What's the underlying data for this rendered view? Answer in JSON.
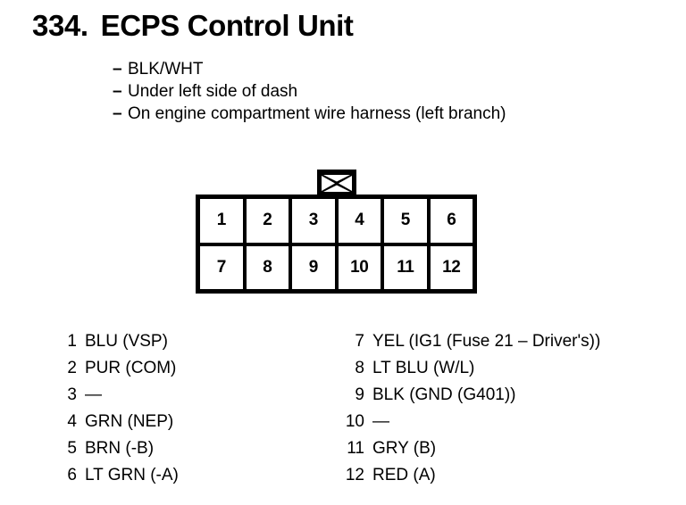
{
  "header": {
    "number": "334.",
    "title": "ECPS Control Unit",
    "notes": [
      {
        "dash": "–",
        "text": "BLK/WHT"
      },
      {
        "dash": "–",
        "text": "Under left side of dash"
      },
      {
        "dash": "–",
        "text": "On engine compartment wire harness (left branch)"
      }
    ]
  },
  "connector": {
    "latch_icon": "bowtie-x-latch-icon",
    "rows": [
      [
        "1",
        "2",
        "3",
        "4",
        "5",
        "6"
      ],
      [
        "7",
        "8",
        "9",
        "10",
        "11",
        "12"
      ]
    ]
  },
  "legend": {
    "left": [
      {
        "num": "1",
        "label": "BLU (VSP)"
      },
      {
        "num": "2",
        "label": "PUR (COM)"
      },
      {
        "num": "3",
        "label": "—"
      },
      {
        "num": "4",
        "label": "GRN (NEP)"
      },
      {
        "num": "5",
        "label": "BRN (-B)"
      },
      {
        "num": "6",
        "label": "LT GRN (-A)"
      }
    ],
    "right": [
      {
        "num": "7",
        "label": "YEL (IG1 (Fuse 21 – Driver's))"
      },
      {
        "num": "8",
        "label": "LT BLU (W/L)"
      },
      {
        "num": "9",
        "label": "BLK (GND (G401))"
      },
      {
        "num": "10",
        "label": "—"
      },
      {
        "num": "11",
        "label": "GRY (B)"
      },
      {
        "num": "12",
        "label": "RED (A)"
      }
    ]
  },
  "colors": {
    "ink": "#000000",
    "paper": "#ffffff"
  }
}
